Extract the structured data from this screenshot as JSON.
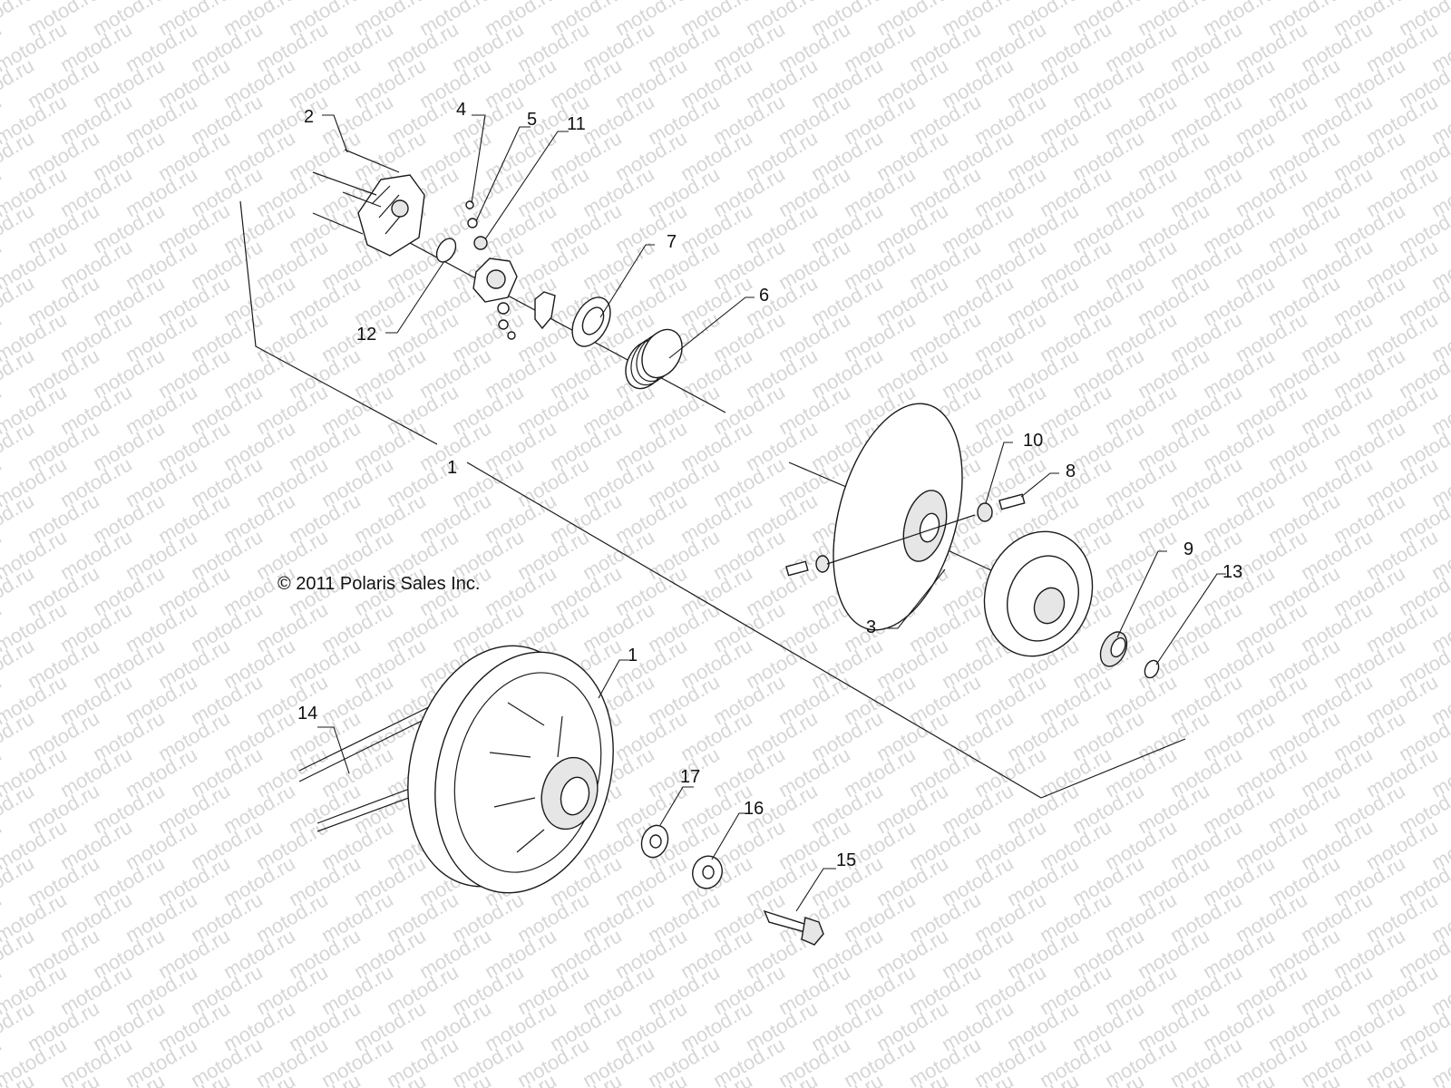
{
  "watermark": {
    "text": "motod.ru"
  },
  "copyright": "© 2011 Polaris Sales Inc.",
  "callouts": [
    {
      "id": "c2",
      "label": "2"
    },
    {
      "id": "c4",
      "label": "4"
    },
    {
      "id": "c5",
      "label": "5"
    },
    {
      "id": "c11",
      "label": "11"
    },
    {
      "id": "c7",
      "label": "7"
    },
    {
      "id": "c6",
      "label": "6"
    },
    {
      "id": "c12",
      "label": "12"
    },
    {
      "id": "c1a",
      "label": "1"
    },
    {
      "id": "c10",
      "label": "10"
    },
    {
      "id": "c8",
      "label": "8"
    },
    {
      "id": "c9",
      "label": "9"
    },
    {
      "id": "c13",
      "label": "13"
    },
    {
      "id": "c3",
      "label": "3"
    },
    {
      "id": "c1b",
      "label": "1"
    },
    {
      "id": "c14",
      "label": "14"
    },
    {
      "id": "c17",
      "label": "17"
    },
    {
      "id": "c16",
      "label": "16"
    },
    {
      "id": "c15",
      "label": "15"
    }
  ],
  "colors": {
    "line": "#1a1a1a",
    "watermark": "#d6d6d6",
    "background": "#ffffff"
  }
}
